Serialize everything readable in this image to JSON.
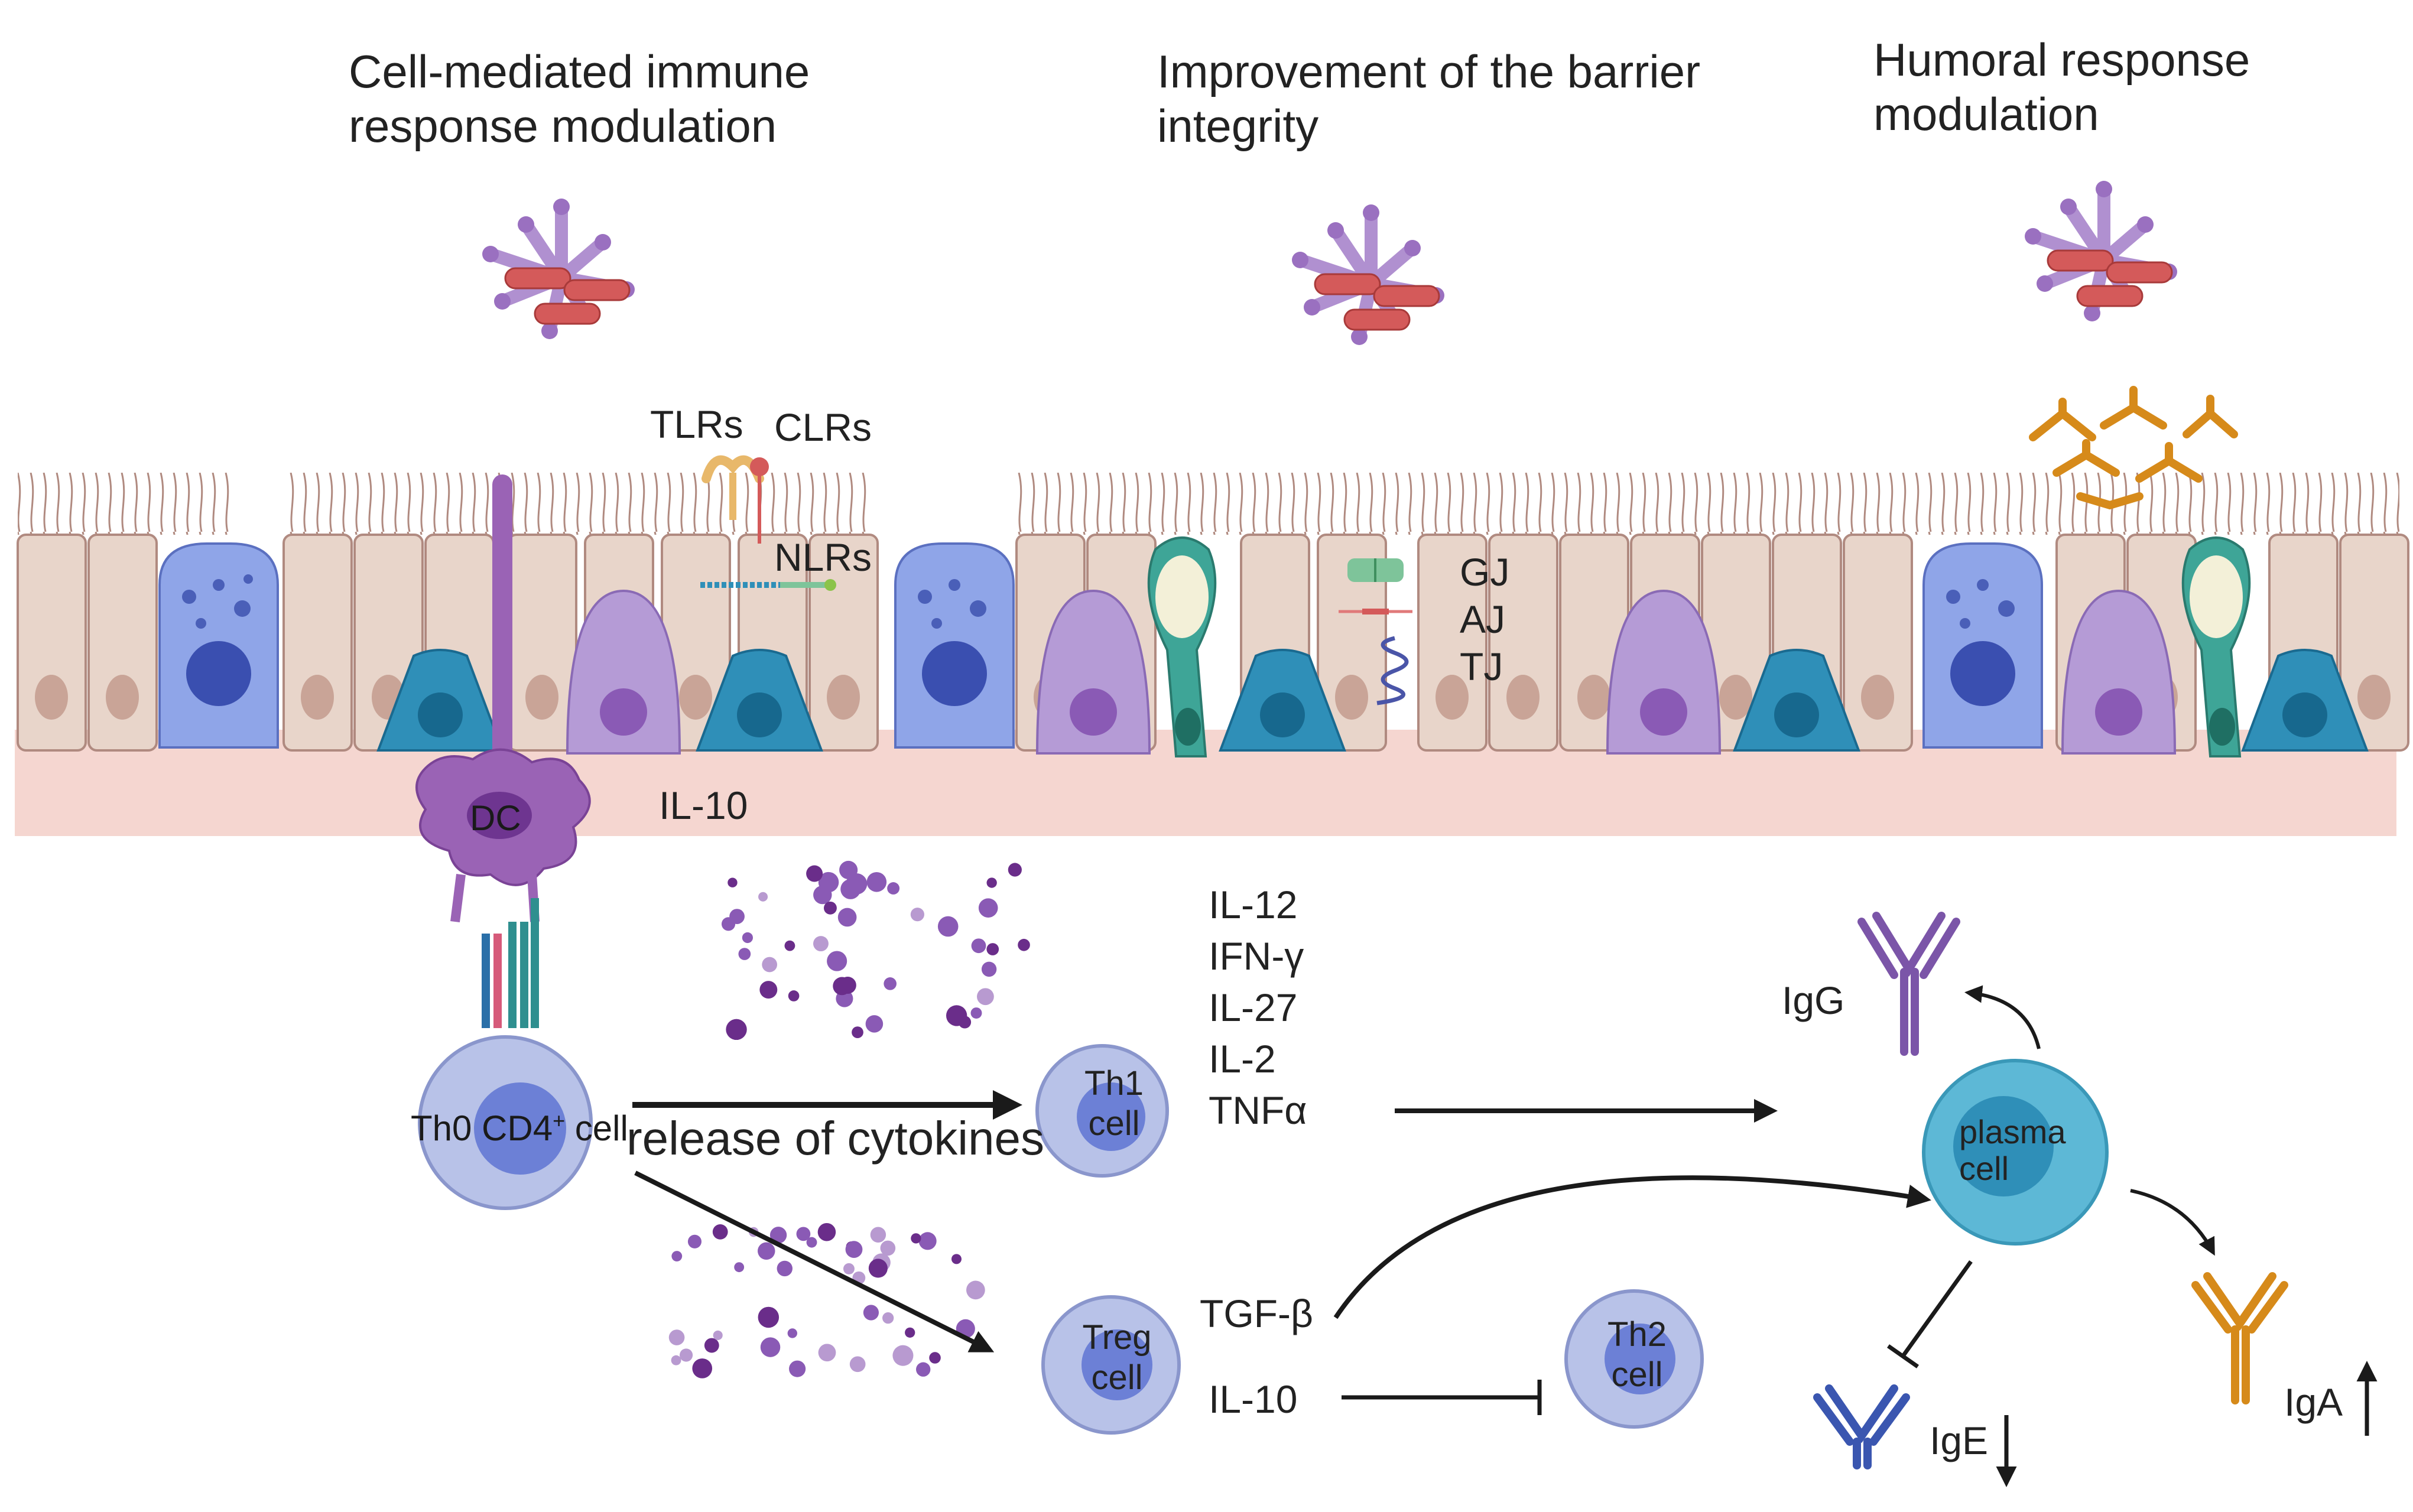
{
  "headings": {
    "cell_mediated": "Cell-mediated immune response modulation",
    "barrier": "Improvement of the barrier integrity",
    "humoral": "Humoral response modulation"
  },
  "receptors": {
    "tlrs": "TLRs",
    "clrs": "CLRs",
    "nlrs": "NLRs"
  },
  "junctions": {
    "gj": "GJ",
    "aj": "AJ",
    "tj": "TJ"
  },
  "dc_label": "DC",
  "il10_lamina": "IL-10",
  "th0": {
    "prefix": "Th0 CD4",
    "sup": "+",
    "suffix": " cell"
  },
  "release_label": "release of cytokines",
  "th1": {
    "line1": "Th1",
    "line2": "cell"
  },
  "th1_cytokines": [
    "IL-12",
    "IFN-γ",
    "IL-27",
    "IL-2",
    "TNFα"
  ],
  "treg": {
    "line1": "Treg",
    "line2": "cell"
  },
  "treg_cytokines": [
    "TGF-β",
    "IL-10"
  ],
  "th2": {
    "line1": "Th2",
    "line2": "cell"
  },
  "plasma": {
    "line1": "plasma",
    "line2": "cell"
  },
  "antibodies": {
    "igg": "IgG",
    "ige": "IgE",
    "iga": "IgA"
  },
  "colors": {
    "epithelium": "#e8d5ca",
    "lamina": "#f5d6d0",
    "goblet": "#8fa5e8",
    "tuft": "#b59bd6",
    "enteroendocrine": "#2f8fb8",
    "paneth": "#3ea597",
    "dc": "#9a63b5",
    "t_cell": "#b8c2e8",
    "plasma_cell": "#5db8d6",
    "bacteria": "#d45a5a",
    "arrow": "#1a1a1a",
    "igg": "#7b55a8",
    "ige": "#3a56b0",
    "iga": "#d68a1a"
  }
}
